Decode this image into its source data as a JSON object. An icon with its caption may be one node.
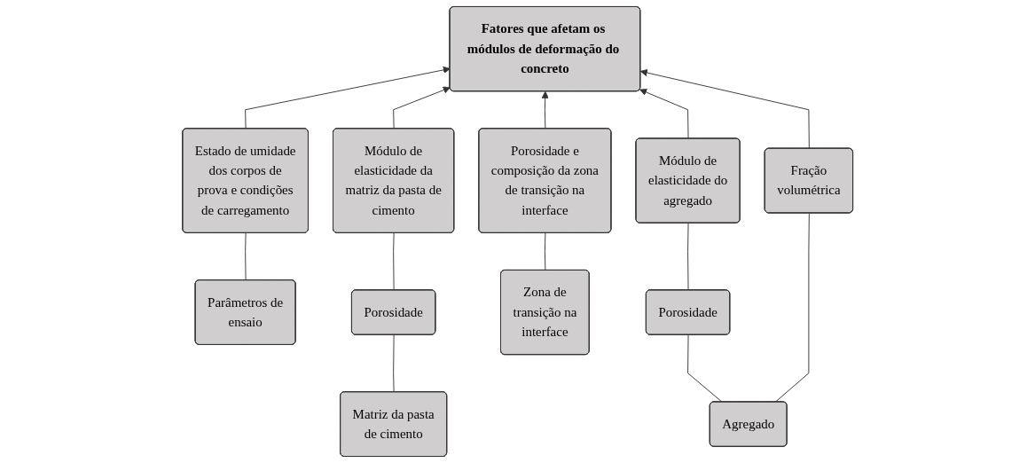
{
  "diagram": {
    "nodes": [
      {
        "text": [
          "Fatores que afetam os módulos de deformação do concreto"
        ]
      },
      {
        "text": [
          "Estado de umidade dos corpos de prova e condições de carregamento"
        ]
      },
      {
        "text": [
          "Módulo de elasticidade da matriz da pasta de cimento"
        ]
      },
      {
        "text": [
          "Porosidade e composição da zona de transição na interface"
        ]
      },
      {
        "text": [
          "Módulo de elasticidade do agregado"
        ]
      },
      {
        "text": [
          "Fração volumétrica"
        ]
      },
      {
        "text": [
          "Porosidade"
        ]
      },
      {
        "text": [
          "Porosidade"
        ]
      },
      {
        "text": [
          "Parâmetros de ensaio"
        ]
      },
      {
        "text": [
          "Matriz da pasta de cimento"
        ]
      },
      {
        "text": [
          "Zona de transição na interface"
        ]
      },
      {
        "text": [
          "Agregado"
        ]
      }
    ],
    "edges": [
      {
        "from": 1,
        "to": 0,
        "arrow": "to"
      },
      {
        "from": 2,
        "to": 0,
        "arrow": "to"
      },
      {
        "from": 3,
        "to": 0,
        "arrow": "to"
      },
      {
        "from": 4,
        "to": 0,
        "arrow": "to"
      },
      {
        "from": 5,
        "to": 0,
        "arrow": "to"
      },
      {
        "from": 8,
        "to": 1,
        "arrow": "none"
      },
      {
        "from": 6,
        "to": 2,
        "arrow": "none"
      },
      {
        "from": 9,
        "to": 6,
        "arrow": "none"
      },
      {
        "from": 10,
        "to": 3,
        "arrow": "none"
      },
      {
        "from": 7,
        "to": 4,
        "arrow": "none"
      },
      {
        "from": 11,
        "to": 7,
        "arrow": "none"
      },
      {
        "from": 11,
        "to": 5,
        "arrow": "none"
      }
    ]
  }
}
